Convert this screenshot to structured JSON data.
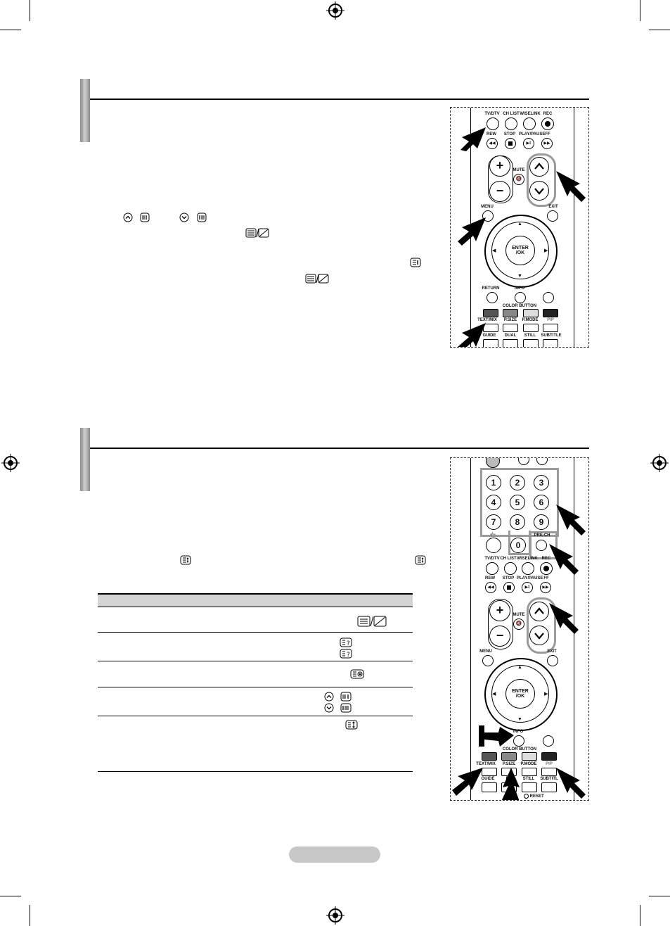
{
  "page": {
    "background": "#ffffff"
  },
  "section1": {
    "remote_labels": {
      "tv_dtv": "TV/DTV",
      "ch_list": "CH LIST",
      "wiselink": "WISELINK",
      "rec": "REC",
      "rew": "REW",
      "stop": "STOP",
      "play_pause": "PLAY/PAUSE",
      "ff": "FF",
      "plus": "+",
      "minus": "−",
      "mute": "MUTE",
      "menu": "MENU",
      "exit": "EXIT",
      "enter": "ENTER",
      "ok": "/OK",
      "return": "RETURN",
      "info": "INFO",
      "color_button": "COLOR BUTTON",
      "text_mix": "TEXT/MIX",
      "p_size": "P.SIZE",
      "p_mode": "P.MODE",
      "pip": "PIP",
      "guide": "GUIDE",
      "dual": "DUAL",
      "still": "STILL",
      "subtitle": "SUBTITLE"
    }
  },
  "section2": {
    "remote_labels": {
      "digits": [
        "1",
        "2",
        "3",
        "4",
        "5",
        "6",
        "7",
        "8",
        "9"
      ],
      "zero": "0",
      "dash": "-/--",
      "pre_ch": "PRE-CH",
      "tv_dtv": "TV/DTV",
      "ch_list": "CH LIST",
      "wiselink": "WISELINK",
      "rec": "REC",
      "rew": "REW",
      "stop": "STOP",
      "play_pause": "PLAY/PAUSE",
      "ff": "FF",
      "plus": "+",
      "minus": "−",
      "mute": "MUTE",
      "menu": "MENU",
      "exit": "EXIT",
      "enter": "ENTER",
      "ok": "/OK",
      "info": "INFO",
      "color_button": "COLOR BUTTON",
      "text_mix": "TEXT/MIX",
      "p_size": "P.SIZE",
      "p_mode": "P.MODE",
      "pip": "PIP",
      "guide": "GUIDE",
      "dual": "DU",
      "still": "STILL",
      "subtitle": "SUBTITL",
      "reset": "RESET"
    }
  },
  "icons": {
    "registration": "registration-mark-icon",
    "ch_up": "chevron-up-icon",
    "ch_down": "chevron-down-icon",
    "teletext_list": "teletext-list-icon",
    "teletext_mix": "teletext-mix-icon",
    "reveal": "teletext-reveal-icon",
    "hold": "teletext-hold-icon"
  },
  "colors": {
    "accent_gray": "#c7c7c7",
    "button_dark": "#222222",
    "highlight": "#9a9a9a"
  }
}
